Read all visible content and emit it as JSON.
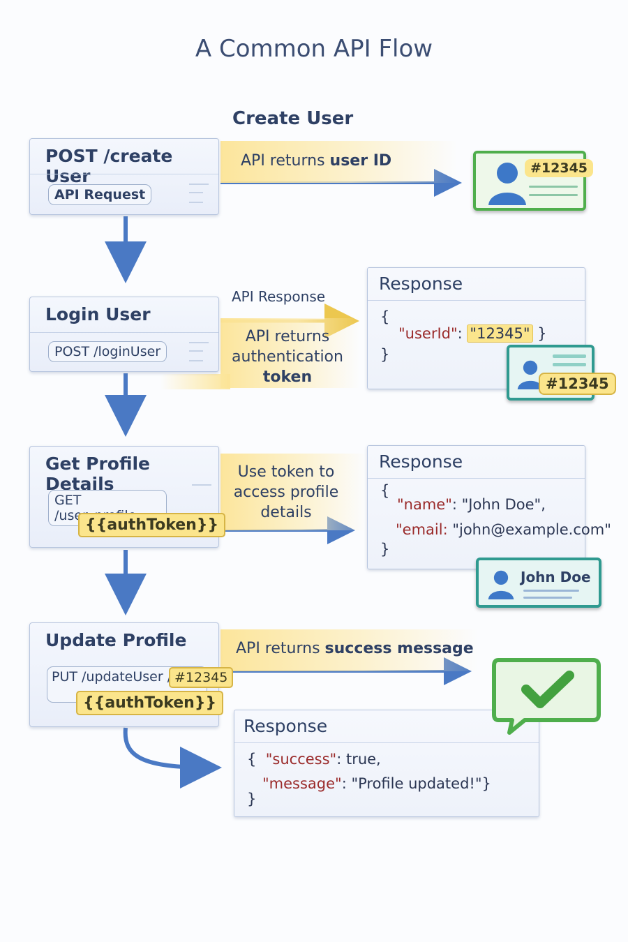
{
  "title": "A Common API Flow",
  "subtitle": "Create User",
  "steps": [
    {
      "title": "POST /create User",
      "pill": "API Request",
      "arrow_text_plain": "API returns ",
      "arrow_text_bold": "user ID"
    },
    {
      "title": "Login User",
      "pill": "POST /loginUser",
      "arrow_top_label": "API Response",
      "arrow_text_line1": "API returns",
      "arrow_text_line2": "authentication",
      "arrow_text_bold": "token"
    },
    {
      "title": "Get Profile Details",
      "pill": "GET /user_profile",
      "token": "{{authToken}}",
      "arrow_text_line1": "Use token to",
      "arrow_text_line2": "access profile",
      "arrow_text_line3": "details"
    },
    {
      "title": "Update Profile",
      "pill_prefix": "PUT /updateUser /",
      "pill_id": "#12345",
      "token": "{{authToken}}",
      "arrow_text_plain": "API returns ",
      "arrow_text_bold": "success message"
    }
  ],
  "responses": [
    {
      "title": "Response",
      "open": "{",
      "key": "\"userId\"",
      "colon": ": ",
      "value": "\"12345\"",
      "close_inline": " }",
      "close": "}"
    },
    {
      "title": "Response",
      "open": "{",
      "key1": "\"name\"",
      "val1": ": \"John Doe\",",
      "key2": "\"email:",
      "val2": " \"john@example.com\"",
      "close": "}"
    },
    {
      "title": "Response",
      "open": "{",
      "key1": "\"success\"",
      "val1": ": true,",
      "key2": "\"message\"",
      "val2": ": \"Profile updated!\"}",
      "close": "}"
    }
  ],
  "cards": {
    "user_id_badge": "#12345",
    "token_badge": "#12345",
    "profile_name": "John Doe"
  },
  "colors": {
    "arrow": "#4a79c4",
    "highlight": "#fbe58c",
    "card_green": "#4fae4c",
    "card_teal": "#2f9a90",
    "json_key": "#9a2a2a"
  },
  "icons": [
    "down-arrow-icon",
    "right-arrow-icon",
    "curved-arrow-icon",
    "user-avatar-icon",
    "checkmark-icon",
    "chat-bubble-icon"
  ]
}
